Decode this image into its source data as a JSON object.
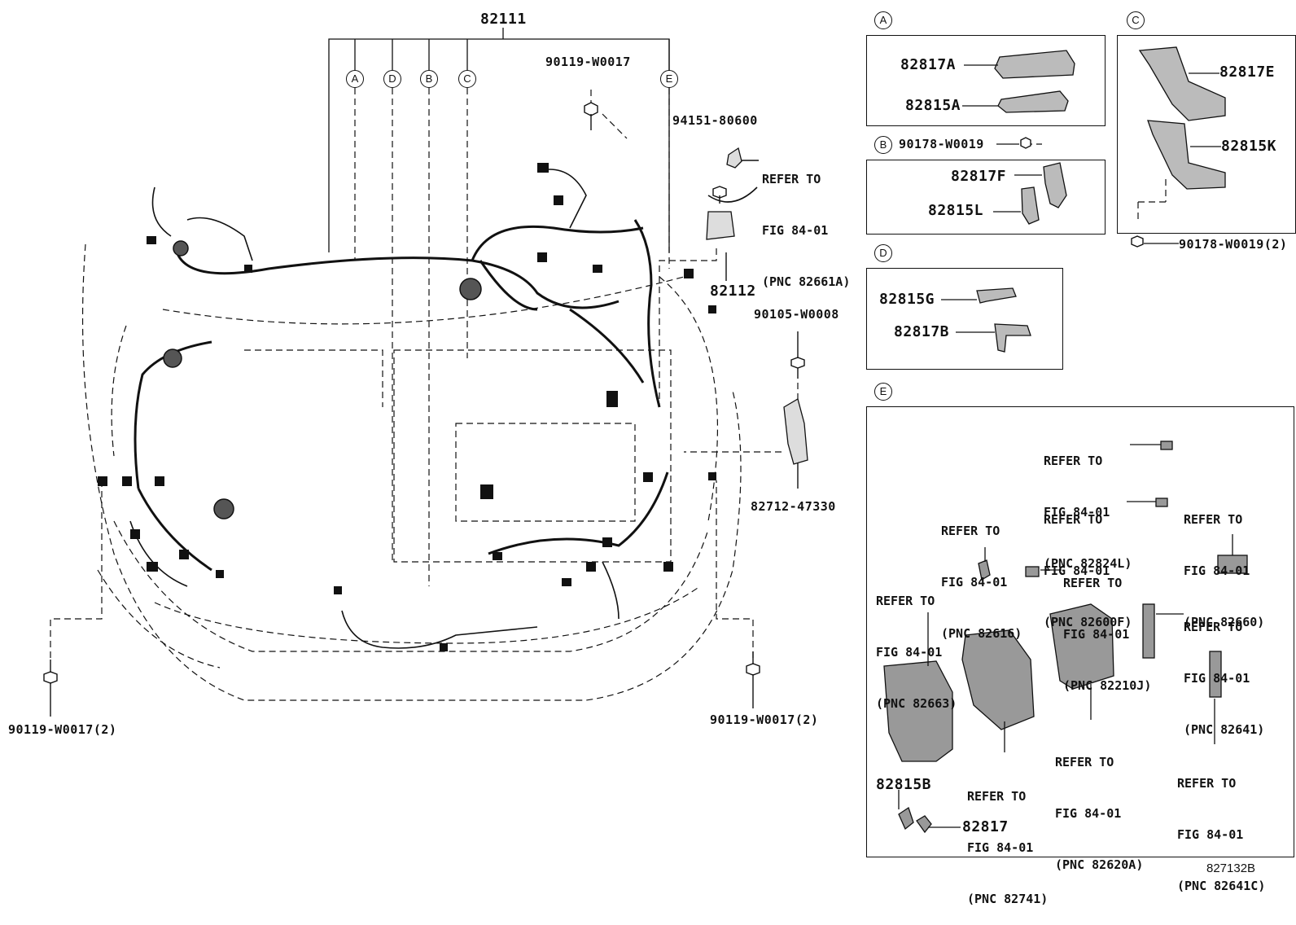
{
  "callouts": {
    "main_harness": "82111",
    "bolt_top": "90119-W0017",
    "clamp_top": "94151-80600",
    "ref_top": [
      "REFER TO",
      "FIG 84-01",
      "(PNC 82661A)"
    ],
    "sub_harness": "82112",
    "bolt_right": "90105-W0008",
    "bracket": "82712-47330",
    "bolt_left": "90119-W0017(2)",
    "bolt_bottom_right": "90119-W0017(2)"
  },
  "section_letters": [
    "A",
    "D",
    "B",
    "C",
    "E"
  ],
  "panels": {
    "A": {
      "letter": "A",
      "parts": [
        "82817A",
        "82815A"
      ]
    },
    "B": {
      "letter": "B",
      "parts": [
        "90178-W0019",
        "82817F",
        "82815L"
      ]
    },
    "C": {
      "letter": "C",
      "parts": [
        "82817E",
        "82815K",
        "90178-W0019(2)"
      ]
    },
    "D": {
      "letter": "D",
      "parts": [
        "82815G",
        "82817B"
      ]
    },
    "E": {
      "letter": "E",
      "refs": [
        [
          "REFER TO",
          "FIG 84-01",
          "(PNC 82824L)"
        ],
        [
          "REFER TO",
          "FIG 84-01",
          "(PNC 82600F)"
        ],
        [
          "REFER TO",
          "FIG 84-01",
          "(PNC 82660)"
        ],
        [
          "REFER TO",
          "FIG 84-01",
          "(PNC 82616)"
        ],
        [
          "REFER TO",
          "FIG 84-01",
          "(PNC 82210J)"
        ],
        [
          "REFER TO",
          "FIG 84-01",
          "(PNC 82663)"
        ],
        [
          "REFER TO",
          "FIG 84-01",
          "(PNC 82641)"
        ],
        [
          "REFER TO",
          "FIG 84-01",
          "(PNC 82620A)"
        ],
        [
          "REFER TO",
          "FIG 84-01",
          "(PNC 82741)"
        ],
        [
          "REFER TO",
          "FIG 84-01",
          "(PNC 82641C)"
        ]
      ],
      "parts": [
        "82815B",
        "82817"
      ]
    }
  },
  "figure_id": "827132B"
}
